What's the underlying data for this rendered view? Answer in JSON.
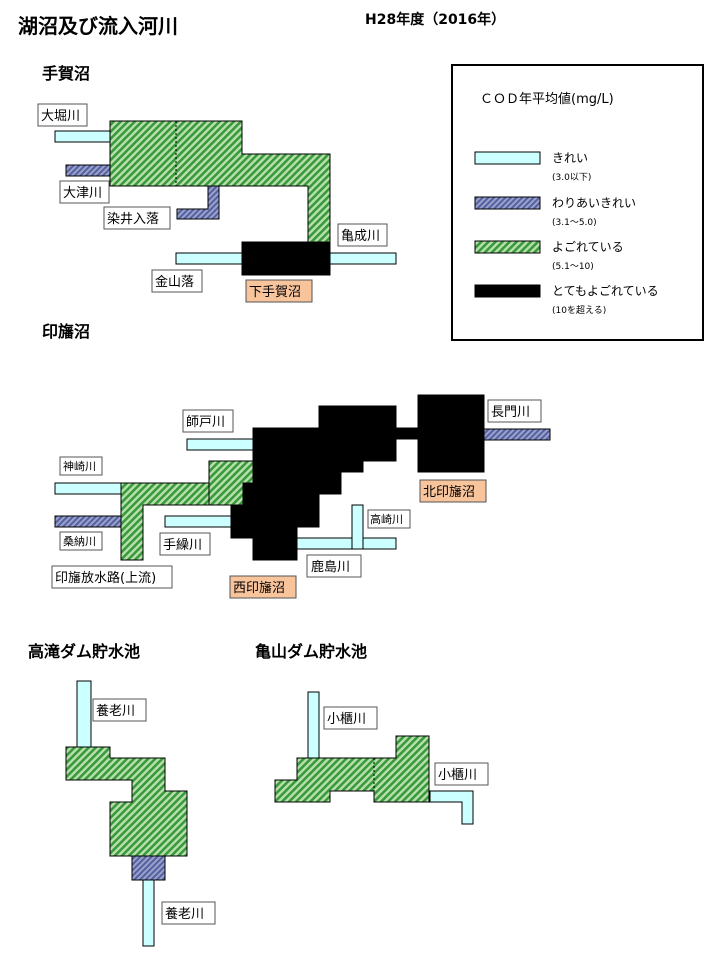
{
  "title": "湖沼及び流入河川",
  "year": "H28年度（2016年）",
  "legend": {
    "title": "ＣＯＤ年平均値(mg/L)",
    "items": [
      {
        "label": "きれい",
        "range": "(3.0以下)"
      },
      {
        "label": "わりあいきれい",
        "range": "(3.1～5.0)"
      },
      {
        "label": "よごれている",
        "range": "(5.1～10)"
      },
      {
        "label": "とてもよごれている",
        "range": "(10を超える)"
      }
    ]
  },
  "colors": {
    "clean": "#ccffff",
    "fair": "#6670aa",
    "dirty": "#3a9a3a",
    "very_dirty": "#000000",
    "lake_label_bg": "#f8c49c"
  },
  "sections": {
    "teganuma": {
      "heading": "手賀沼",
      "labels": {
        "ohori": "大堀川",
        "otsu": "大津川",
        "somei": "染井入落",
        "kaneyama": "金山落",
        "kamenari": "亀成川",
        "shimo_teganuma": "下手賀沼"
      }
    },
    "inbanuma": {
      "heading": "印旛沼",
      "labels": {
        "moroto": "師戸川",
        "kanzaki": "神崎川",
        "kano": "桑納川",
        "tegurigawa": "手繰川",
        "housui": "印旛放水路(上流)",
        "nishi_inbanuma": "西印旛沼",
        "kashima": "鹿島川",
        "takasaki": "高崎川",
        "kita_inbanuma": "北印旛沼",
        "nagato": "長門川"
      }
    },
    "takataki": {
      "heading": "高滝ダム貯水池",
      "labels": {
        "yoro_in": "養老川",
        "yoro_out": "養老川"
      }
    },
    "kameyama": {
      "heading": "亀山ダム貯水池",
      "labels": {
        "obitsu_1": "小櫃川",
        "obitsu_2": "小櫃川"
      }
    }
  }
}
